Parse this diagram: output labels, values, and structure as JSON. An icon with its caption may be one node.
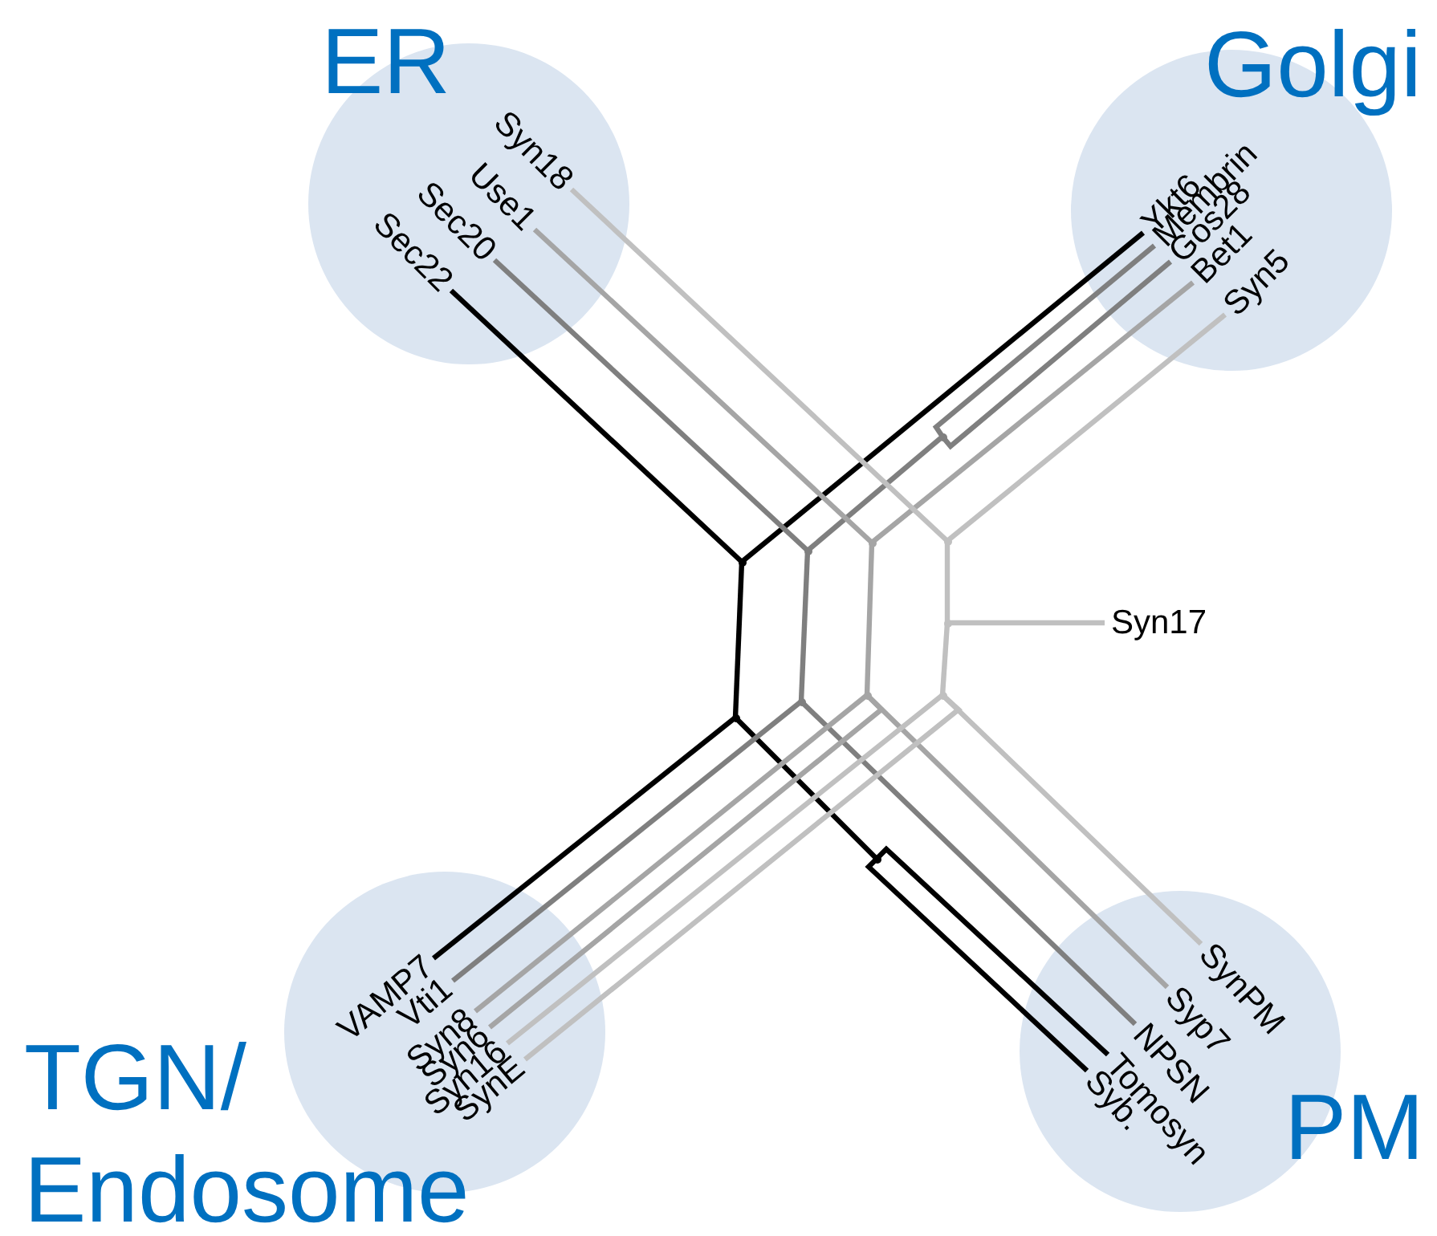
{
  "diagram": {
    "nodes": [
      {
        "text": [
          "ER"
        ]
      },
      {
        "text": [
          "Syn18"
        ],
        "in": 0
      },
      {
        "text": [
          "Use1"
        ],
        "in": 0
      },
      {
        "text": [
          "Sec20"
        ],
        "in": 0
      },
      {
        "text": [
          "Sec22"
        ],
        "in": 0
      },
      {
        "text": [
          "Golgi"
        ]
      },
      {
        "text": [
          "Ykt6"
        ],
        "in": 5
      },
      {
        "text": [
          "Membrin"
        ],
        "in": 5
      },
      {
        "text": [
          "Gos28"
        ],
        "in": 5
      },
      {
        "text": [
          "Bet1"
        ],
        "in": 5
      },
      {
        "text": [
          "Syn5"
        ],
        "in": 5
      },
      {
        "text": [
          "Syn17"
        ]
      },
      {
        "text": [
          "TGN/ Endosome"
        ]
      },
      {
        "text": [
          "VAMP7"
        ],
        "in": 12
      },
      {
        "text": [
          "Vti1"
        ],
        "in": 12
      },
      {
        "text": [
          "Syn8"
        ],
        "in": 12
      },
      {
        "text": [
          "Syn6"
        ],
        "in": 12
      },
      {
        "text": [
          "Syn16"
        ],
        "in": 12
      },
      {
        "text": [
          "SynE"
        ],
        "in": 12
      },
      {
        "text": [
          "PM"
        ]
      },
      {
        "text": [
          "SynPM"
        ],
        "in": 19
      },
      {
        "text": [
          "Syp7"
        ],
        "in": 19
      },
      {
        "text": [
          "NPSN"
        ],
        "in": 19
      },
      {
        "text": [
          "Tomosyn"
        ],
        "in": 19
      },
      {
        "text": [
          "Syb."
        ],
        "in": 19
      },
      {
        "text": [],
        "shape": "dot"
      },
      {
        "text": [],
        "shape": "dot"
      },
      {
        "text": [],
        "shape": "dot"
      },
      {
        "text": [],
        "shape": "dot"
      },
      {
        "text": [],
        "shape": "dot"
      },
      {
        "text": [],
        "shape": "dot"
      },
      {
        "text": [],
        "shape": "dot"
      },
      {
        "text": [],
        "shape": "dot"
      },
      {
        "text": [],
        "shape": "dot"
      },
      {
        "text": [],
        "shape": "dot"
      },
      {
        "text": [],
        "shape": "dot"
      }
    ],
    "edges": [
      {
        "from": 29,
        "to": 4,
        "arrow": "none",
        "color": "#000000"
      },
      {
        "from": 29,
        "to": 6,
        "arrow": "none",
        "color": "#000000"
      },
      {
        "from": 29,
        "to": 34,
        "arrow": "none",
        "color": "#000000"
      },
      {
        "from": 34,
        "to": 13,
        "arrow": "none",
        "color": "#000000"
      },
      {
        "from": 34,
        "to": 35,
        "arrow": "none",
        "color": "#000000"
      },
      {
        "from": 35,
        "to": 23,
        "arrow": "none",
        "color": "#000000"
      },
      {
        "from": 35,
        "to": 24,
        "arrow": "none",
        "color": "#000000"
      },
      {
        "from": 28,
        "to": 3,
        "arrow": "none",
        "color": "#7f7f7f"
      },
      {
        "from": 28,
        "to": 25,
        "arrow": "none",
        "color": "#7f7f7f"
      },
      {
        "from": 25,
        "to": 7,
        "arrow": "none",
        "color": "#7f7f7f"
      },
      {
        "from": 25,
        "to": 8,
        "arrow": "none",
        "color": "#7f7f7f"
      },
      {
        "from": 28,
        "to": 33,
        "arrow": "none",
        "color": "#7f7f7f"
      },
      {
        "from": 33,
        "to": 14,
        "arrow": "none",
        "color": "#7f7f7f"
      },
      {
        "from": 33,
        "to": 22,
        "arrow": "none",
        "color": "#7f7f7f"
      },
      {
        "from": 27,
        "to": 2,
        "arrow": "none",
        "color": "#a5a5a5"
      },
      {
        "from": 27,
        "to": 9,
        "arrow": "none",
        "color": "#a5a5a5"
      },
      {
        "from": 27,
        "to": 31,
        "arrow": "none",
        "color": "#a5a5a5"
      },
      {
        "from": 31,
        "to": 15,
        "arrow": "none",
        "color": "#a5a5a5"
      },
      {
        "from": 31,
        "to": 16,
        "arrow": "none",
        "color": "#a5a5a5"
      },
      {
        "from": 31,
        "to": 21,
        "arrow": "none",
        "color": "#a5a5a5"
      },
      {
        "from": 26,
        "to": 1,
        "arrow": "none",
        "color": "#c0c0c0"
      },
      {
        "from": 26,
        "to": 10,
        "arrow": "none",
        "color": "#c0c0c0"
      },
      {
        "from": 26,
        "to": 30,
        "arrow": "none",
        "color": "#c0c0c0"
      },
      {
        "from": 30,
        "to": 11,
        "arrow": "none",
        "color": "#c0c0c0"
      },
      {
        "from": 30,
        "to": 32,
        "arrow": "none",
        "color": "#c0c0c0"
      },
      {
        "from": 32,
        "to": 17,
        "arrow": "none",
        "color": "#c0c0c0"
      },
      {
        "from": 32,
        "to": 18,
        "arrow": "none",
        "color": "#c0c0c0"
      },
      {
        "from": 32,
        "to": 20,
        "arrow": "none",
        "color": "#c0c0c0"
      }
    ]
  }
}
